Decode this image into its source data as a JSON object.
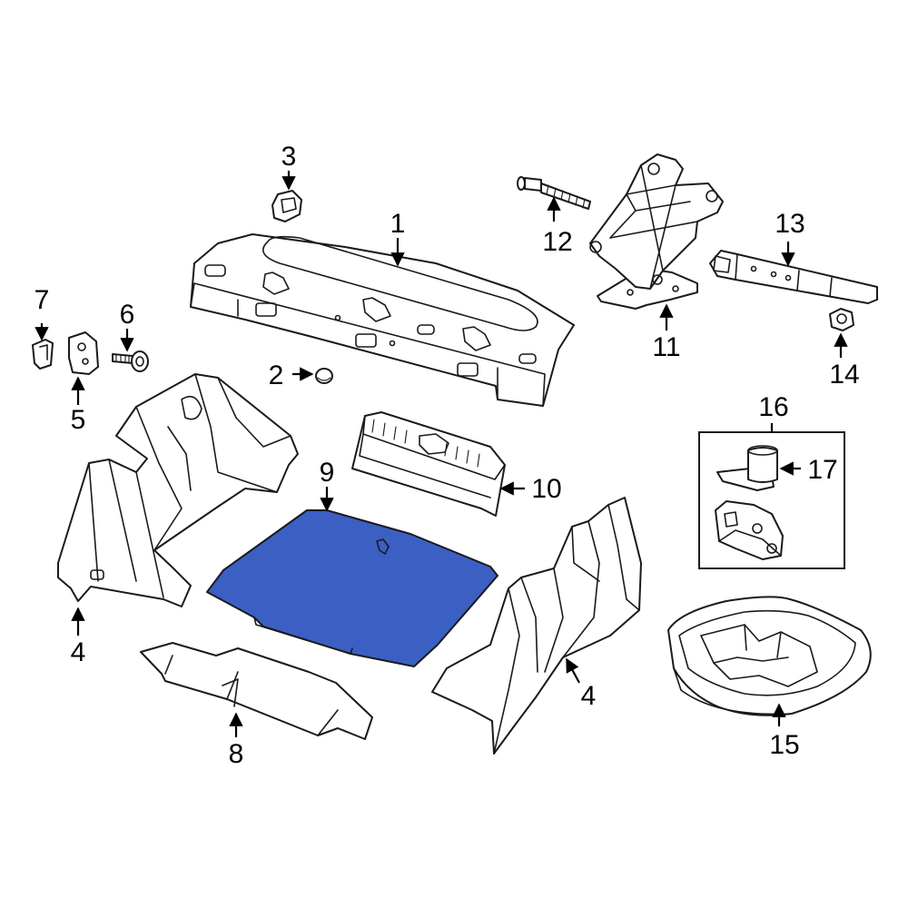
{
  "highlight_color": "#3c5fc4",
  "callouts": {
    "c1": "1",
    "c2": "2",
    "c3": "3",
    "c4a": "4",
    "c4b": "4",
    "c5": "5",
    "c6": "6",
    "c7": "7",
    "c8": "8",
    "c9": "9",
    "c10": "10",
    "c11": "11",
    "c12": "12",
    "c13": "13",
    "c14": "14",
    "c15": "15",
    "c16": "16",
    "c17": "17"
  }
}
